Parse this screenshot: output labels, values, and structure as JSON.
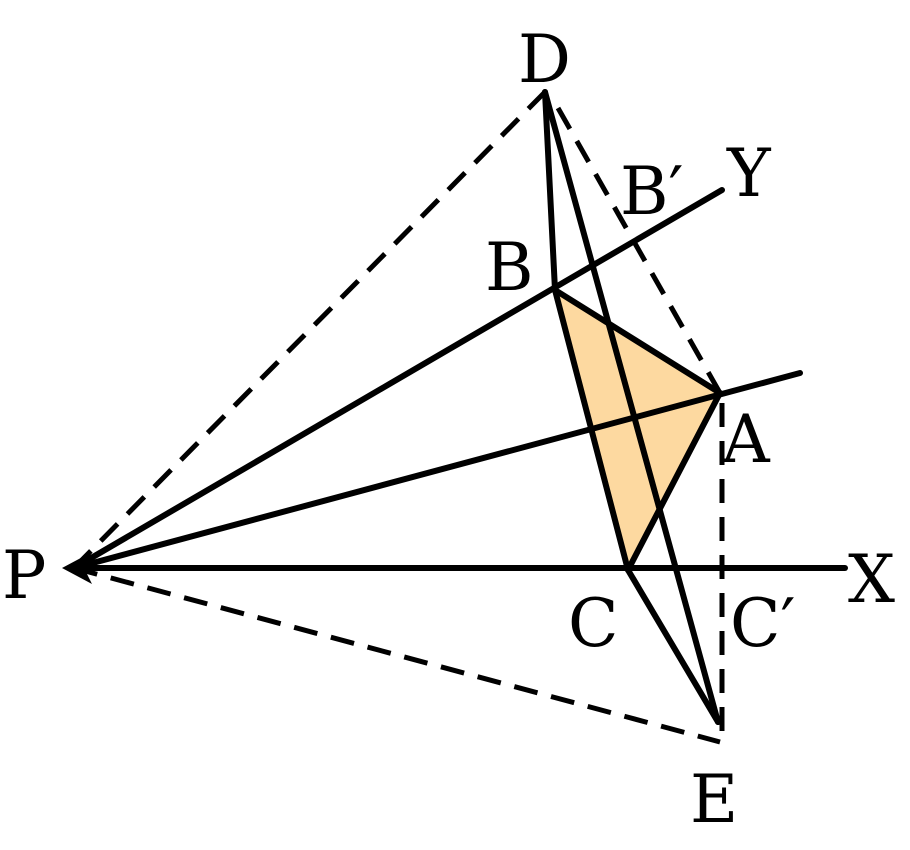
{
  "diagram": {
    "points": {
      "P": "P",
      "D": "D",
      "B": "B",
      "B_prime": "B′",
      "Y": "Y",
      "A": "A",
      "C": "C",
      "C_prime": "C′",
      "X": "X",
      "E": "E"
    },
    "colors": {
      "line": "#000000",
      "triangle_fill": "#fdd9a0",
      "background": "#ffffff"
    }
  }
}
